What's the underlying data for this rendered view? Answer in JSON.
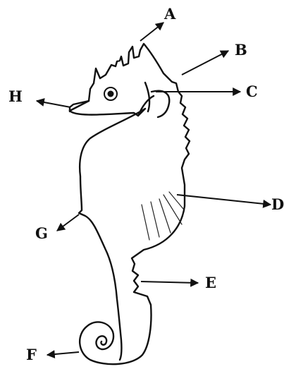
{
  "diagram": {
    "labels": {
      "A": "A",
      "B": "B",
      "C": "C",
      "D": "D",
      "E": "E",
      "F": "F",
      "G": "G",
      "H": "H"
    }
  }
}
